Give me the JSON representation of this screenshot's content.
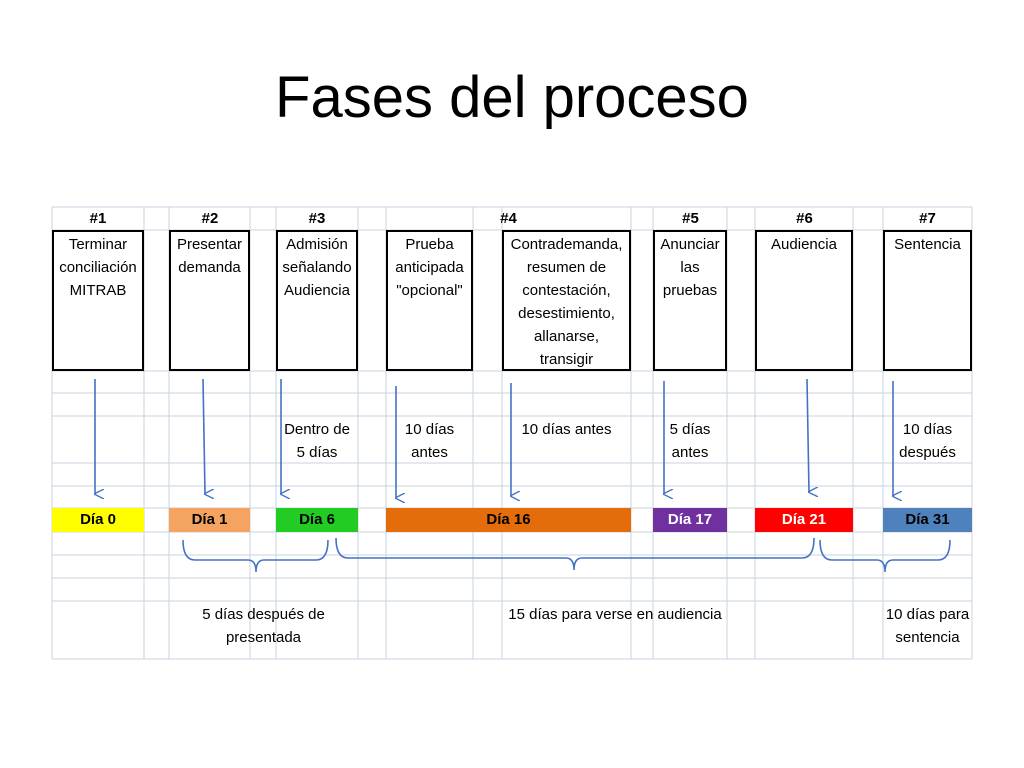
{
  "title": "Fases del proceso",
  "headers": [
    "#1",
    "#2",
    "#3",
    "#4",
    "#5",
    "#6",
    "#7"
  ],
  "phases": [
    [
      "Terminar",
      "conciliación",
      "MITRAB"
    ],
    [
      "Presentar",
      "demanda"
    ],
    [
      "Admisión",
      "señalando",
      "Audiencia"
    ],
    [
      "Prueba",
      "anticipada",
      "\"opcional\""
    ],
    [
      "Contrademanda,",
      "resumen de",
      "contestación,",
      "desestimiento,",
      "allanarse,",
      "transigir"
    ],
    [
      "Anunciar",
      "las",
      "pruebas"
    ],
    [
      "Audiencia"
    ],
    [
      "Sentencia"
    ]
  ],
  "deadlines": [
    [
      "Dentro de",
      "5 días"
    ],
    [
      "10 días",
      "antes"
    ],
    [
      "10 días antes"
    ],
    [
      "5 días",
      "antes"
    ],
    [
      "10 días",
      "después"
    ]
  ],
  "days": [
    {
      "label": "Día 0",
      "color": "#ffff00",
      "text_color": "#000000"
    },
    {
      "label": "Día 1",
      "color": "#f4a460",
      "text_color": "#000000"
    },
    {
      "label": "Día 6",
      "color": "#22cc22",
      "text_color": "#000000"
    },
    {
      "label": "Día 16",
      "color": "#e46c0a",
      "text_color": "#000000"
    },
    {
      "label": "Día 17",
      "color": "#7030a0",
      "text_color": "#ffffff"
    },
    {
      "label": "Día 21",
      "color": "#ff0000",
      "text_color": "#ffffff"
    },
    {
      "label": "Día 31",
      "color": "#4f81bd",
      "text_color": "#000000"
    }
  ],
  "spans": [
    [
      "5 días después de",
      "presentada"
    ],
    [
      "15 días para verse en audiencia"
    ],
    [
      "10 días para",
      "sentencia"
    ]
  ],
  "colors": {
    "arrow": "#4472c4",
    "grid": "#c9d3e0"
  }
}
